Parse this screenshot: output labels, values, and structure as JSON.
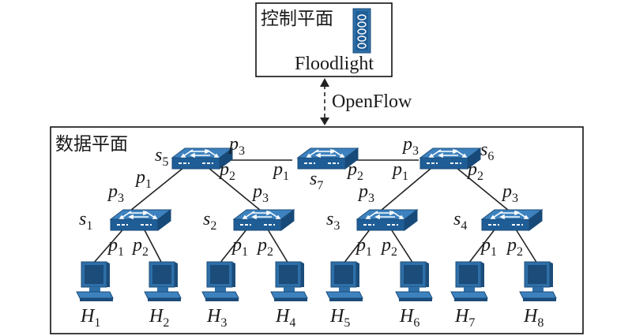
{
  "control_plane": {
    "title": "控制平面",
    "controller": "Floodlight"
  },
  "protocol": "OpenFlow",
  "data_plane": {
    "title": "数据平面"
  },
  "switches": [
    {
      "id": "s5",
      "name": "s",
      "sub": "5"
    },
    {
      "id": "s7",
      "name": "s",
      "sub": "7"
    },
    {
      "id": "s6",
      "name": "s",
      "sub": "6"
    },
    {
      "id": "s1",
      "name": "s",
      "sub": "1"
    },
    {
      "id": "s2",
      "name": "s",
      "sub": "2"
    },
    {
      "id": "s3",
      "name": "s",
      "sub": "3"
    },
    {
      "id": "s4",
      "name": "s",
      "sub": "4"
    }
  ],
  "hosts": [
    {
      "id": "H1",
      "name": "H",
      "sub": "1"
    },
    {
      "id": "H2",
      "name": "H",
      "sub": "2"
    },
    {
      "id": "H3",
      "name": "H",
      "sub": "3"
    },
    {
      "id": "H4",
      "name": "H",
      "sub": "4"
    },
    {
      "id": "H5",
      "name": "H",
      "sub": "5"
    },
    {
      "id": "H6",
      "name": "H",
      "sub": "6"
    },
    {
      "id": "H7",
      "name": "H",
      "sub": "7"
    },
    {
      "id": "H8",
      "name": "H",
      "sub": "8"
    }
  ],
  "ports": [
    {
      "name": "p",
      "sub": "3"
    },
    {
      "name": "p",
      "sub": "1"
    },
    {
      "name": "p",
      "sub": "2"
    },
    {
      "name": "p",
      "sub": "1"
    },
    {
      "name": "p",
      "sub": "2"
    },
    {
      "name": "p",
      "sub": "3"
    },
    {
      "name": "p",
      "sub": "1"
    },
    {
      "name": "p",
      "sub": "2"
    },
    {
      "name": "p",
      "sub": "3"
    },
    {
      "name": "p",
      "sub": "3"
    },
    {
      "name": "p",
      "sub": "3"
    },
    {
      "name": "p",
      "sub": "3"
    },
    {
      "name": "p",
      "sub": "1"
    },
    {
      "name": "p",
      "sub": "2"
    },
    {
      "name": "p",
      "sub": "1"
    },
    {
      "name": "p",
      "sub": "2"
    },
    {
      "name": "p",
      "sub": "1"
    },
    {
      "name": "p",
      "sub": "2"
    },
    {
      "name": "p",
      "sub": "1"
    },
    {
      "name": "p",
      "sub": "2"
    }
  ],
  "colors": {
    "device_fill": "#2e6fa8",
    "device_dark": "#1b4c7a",
    "device_light": "#6fa3d4",
    "line": "#222222"
  }
}
